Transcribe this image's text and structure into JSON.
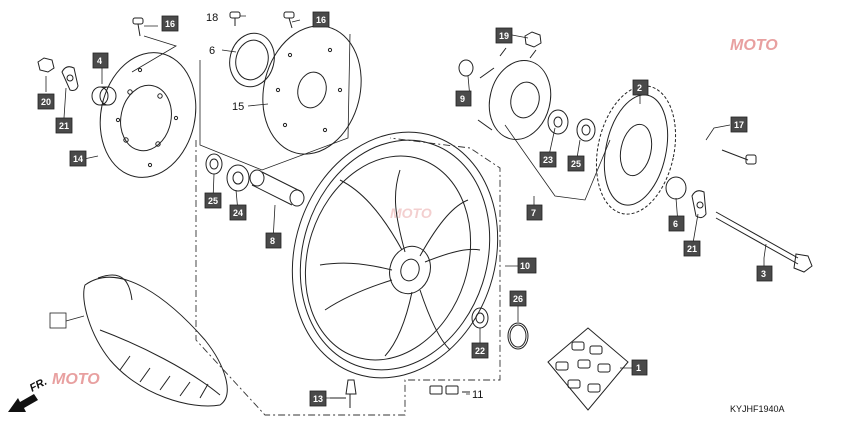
{
  "diagram": {
    "code": "KYJHF1940A",
    "fr_label": "FR.",
    "watermark": "MOTO",
    "callouts": {
      "c16a": "16",
      "c18": "18",
      "c16b": "16",
      "c6a": "6",
      "c15": "15",
      "c4": "4",
      "c20": "20",
      "c21a": "21",
      "c14": "14",
      "c19": "19",
      "c9": "9",
      "c2": "2",
      "c17": "17",
      "c23": "23",
      "c25a": "25",
      "c7": "7",
      "c6b": "6",
      "c21b": "21",
      "c3": "3",
      "c25b": "25",
      "c24": "24",
      "c8": "8",
      "c10": "10",
      "c26": "26",
      "c22": "22",
      "c1": "1",
      "c13": "13",
      "c11": "11"
    }
  }
}
